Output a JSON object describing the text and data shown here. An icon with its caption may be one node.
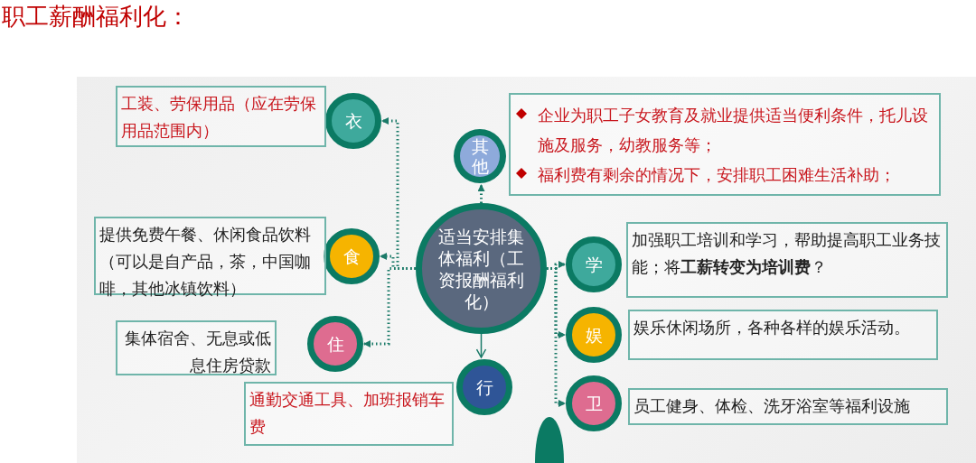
{
  "diagram": {
    "title": "职工薪酬福利化：",
    "nodes": [
      {
        "text": [
          "适当安排集体福利（工资报酬福利化）"
        ]
      },
      {
        "text": [
          "衣"
        ]
      },
      {
        "text": [
          "工装、劳保用品（应在劳保用品范围内）"
        ]
      },
      {
        "text": [
          "其他"
        ]
      },
      {
        "text": [
          "企业为职工子女教育及就业提供适当便利条件，托儿设施及服务，幼教服务等；",
          "福利费有剩余的情况下，安排职工困难生活补助；"
        ]
      },
      {
        "text": [
          "食"
        ]
      },
      {
        "text": [
          "提供免费午餐、休闲食品饮料（可以是自产品，茶，中国咖啡，其他冰镇饮料）"
        ]
      },
      {
        "text": [
          "学"
        ]
      },
      {
        "text": [
          "加强职工培训和学习，帮助提高职工业务技能；将**工薪转变为培训费**？"
        ]
      },
      {
        "text": [
          "住"
        ]
      },
      {
        "text": [
          "集体宿舍、无息或低息住房贷款"
        ]
      },
      {
        "text": [
          "娱"
        ]
      },
      {
        "text": [
          "娱乐休闲场所，各种各样的娱乐活动。"
        ]
      },
      {
        "text": [
          "行"
        ]
      },
      {
        "text": [
          "通勤交通工具、加班报销车费"
        ]
      },
      {
        "text": [
          "卫"
        ]
      },
      {
        "text": [
          "员工健身、体检、洗牙浴室等福利设施"
        ]
      }
    ],
    "edges": [
      {
        "from": 0,
        "to": 1,
        "arrow": "to",
        "style": "dashed"
      },
      {
        "from": 0,
        "to": 3,
        "arrow": "to",
        "style": "dashed"
      },
      {
        "from": 0,
        "to": 5,
        "arrow": "to",
        "style": "dashed"
      },
      {
        "from": 0,
        "to": 7,
        "arrow": "to",
        "style": "dashed"
      },
      {
        "from": 0,
        "to": 9,
        "arrow": "to",
        "style": "dashed"
      },
      {
        "from": 0,
        "to": 11,
        "arrow": "to",
        "style": "dashed"
      },
      {
        "from": 0,
        "to": 13,
        "arrow": "to"
      },
      {
        "from": 0,
        "to": 15,
        "arrow": "to",
        "style": "dashed"
      }
    ]
  }
}
